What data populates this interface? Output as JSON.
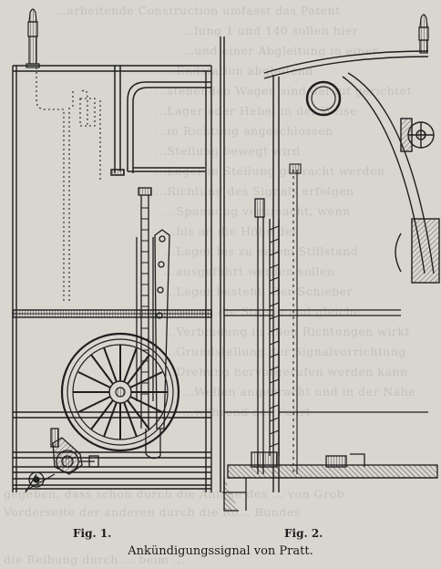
{
  "figure": {
    "caption_fig1": "Fig. 1.",
    "caption_fig2": "Fig. 2.",
    "title": "Ankündigungssignal von Pratt."
  },
  "background_text": [
    "...arbeitende Construction umfasst das Patent",
    "...lung 1 und 140 sollen hier",
    "...und einer Abgleitung in einer",
    "...Endstation abgleitend",
    "...stehenden Wagen sind darauf gerichtet",
    "...Lager oder Hebel in der Weise",
    "...in Richtung angeschlossen",
    "...Stellung bewegt wird",
    "...Lager in Stellung gebracht werden",
    "...Richtung des Signals erfolgen",
    "...Spannung verursacht, wenn",
    "...bis an die Höhe des",
    "...Lager bis zu einem Stillstand",
    "...ausgeführt werden sollen",
    "...Lager besteht. Der Schieber",
    "...gegen die Stange und gleiche",
    "...Verbindung in allen Richtungen wirkt",
    "...Grundstellung der Signalvorrichtung",
    "...Drehung hervorgerufen werden kann",
    "...Wellen angebracht und in der Nähe",
    "...während der Fahrt"
  ],
  "footer_lines": [
    "gegeben, dass schon durch die Anlage des ... von Grob",
    "Vorderseite der anderen durch die Ro... Bundes",
    "die Reibung durch ... beim ..."
  ],
  "colors": {
    "paper": "#d9d6d0",
    "ink": "#1f1f1f",
    "ghost_text": "#c4c1ba"
  }
}
